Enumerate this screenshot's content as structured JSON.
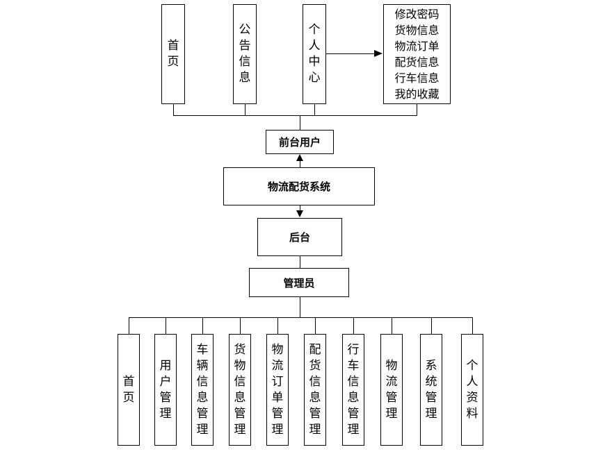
{
  "top_items": [
    "首页",
    "公告信息",
    "个人中心"
  ],
  "personal_center_list": [
    "修改密码",
    "货物信息",
    "物流订单",
    "配货信息",
    "行车信息",
    "我的收藏"
  ],
  "frontend_user": "前台用户",
  "system_name": "物流配货系统",
  "backend": "后台",
  "admin": "管理员",
  "admin_items": [
    "首页",
    "用户管理",
    "车辆信息管理",
    "货物信息管理",
    "物流订单管理",
    "配货信息管理",
    "行车信息管理",
    "物流管理",
    "系统管理",
    "个人资料"
  ]
}
